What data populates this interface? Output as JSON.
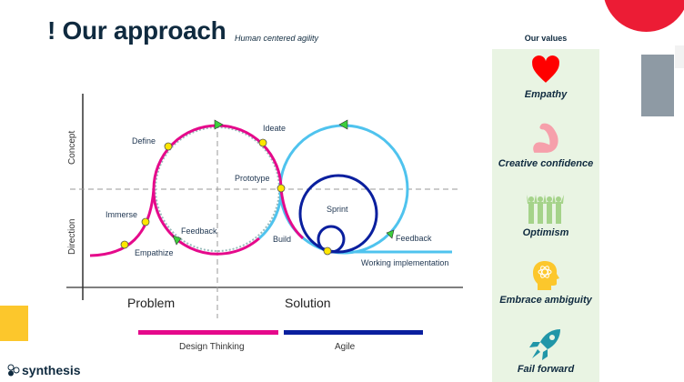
{
  "header": {
    "title": "! Our approach",
    "subtitle": "Human centered agility"
  },
  "diagram": {
    "y_axis": {
      "upper": "Concept",
      "lower": "Direction"
    },
    "x_axis": {
      "left": "Problem",
      "right": "Solution"
    },
    "steps": [
      "Empathize",
      "Immerse",
      "Define",
      "Ideate",
      "Prototype",
      "Feedback",
      "Build",
      "Sprint",
      "Feedback",
      "Working implementation"
    ],
    "legend": {
      "design_thinking": "Design Thinking",
      "agile": "Agile"
    },
    "colors": {
      "design": "#e5098b",
      "agile": "#0a1f9e",
      "loop": "#4fc3ee",
      "node": "#ffe600",
      "arrow": "#3ccf3c"
    }
  },
  "values": {
    "title": "Our values",
    "items": [
      {
        "label": "Empathy",
        "icon": "heart-icon"
      },
      {
        "label": "Creative confidence",
        "icon": "flexed-arm-icon"
      },
      {
        "label": "Optimism",
        "icon": "cheering-people-icon"
      },
      {
        "label": "Embrace ambiguity",
        "icon": "atom-head-icon"
      },
      {
        "label": "Fail forward",
        "icon": "rocket-icon"
      }
    ]
  },
  "brand": {
    "name": "synthesis"
  }
}
